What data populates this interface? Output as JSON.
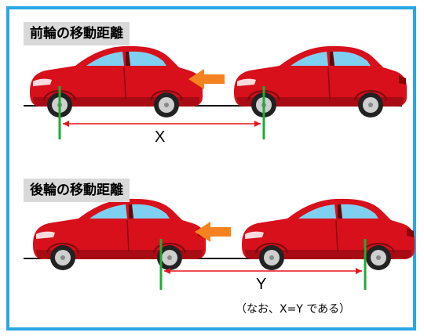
{
  "section1": {
    "title": "前輪の移動距離",
    "distance_label": "X"
  },
  "section2": {
    "title": "後輪の移動距離",
    "distance_label": "Y"
  },
  "note": "（なお、X=Y である）",
  "colors": {
    "frame": "#2aa7e4",
    "car": "#d7101c",
    "arrow": "#f58220",
    "marker": "#22aa33",
    "dimension": "#e8141c"
  }
}
